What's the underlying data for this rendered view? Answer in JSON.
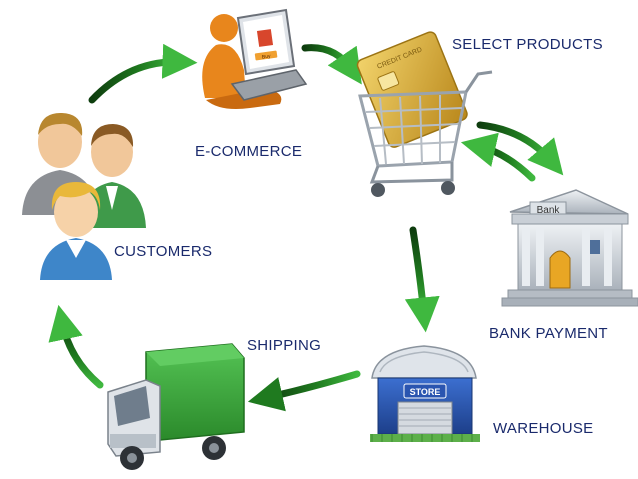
{
  "nodes": {
    "ecommerce": {
      "label": "E-COMMERCE",
      "screen_text": "Buy"
    },
    "select_products": {
      "label": "SELECT PRODUCTS",
      "card_text": "CREDIT CARD"
    },
    "bank_payment": {
      "label": "BANK PAYMENT",
      "sign_text": "Bank"
    },
    "warehouse": {
      "label": "WAREHOUSE",
      "sign_text": "STORE"
    },
    "shipping": {
      "label": "SHIPPING"
    },
    "customers": {
      "label": "CUSTOMERS"
    }
  },
  "colors": {
    "label_text": "#1a2a6c",
    "arrow_dark": "#0e3d0e",
    "arrow_light": "#3fb83f",
    "truck_cargo": "#3aa63a",
    "person_orange": "#e8861c",
    "card_gold": "#d4a72c",
    "bank_stone": "#c9cfd6",
    "warehouse_blue": "#2a55b0"
  },
  "icons": [
    "ecommerce-laptop-icon",
    "shopping-cart-icon",
    "bank-building-icon",
    "warehouse-icon",
    "delivery-truck-icon",
    "customers-group-icon"
  ]
}
